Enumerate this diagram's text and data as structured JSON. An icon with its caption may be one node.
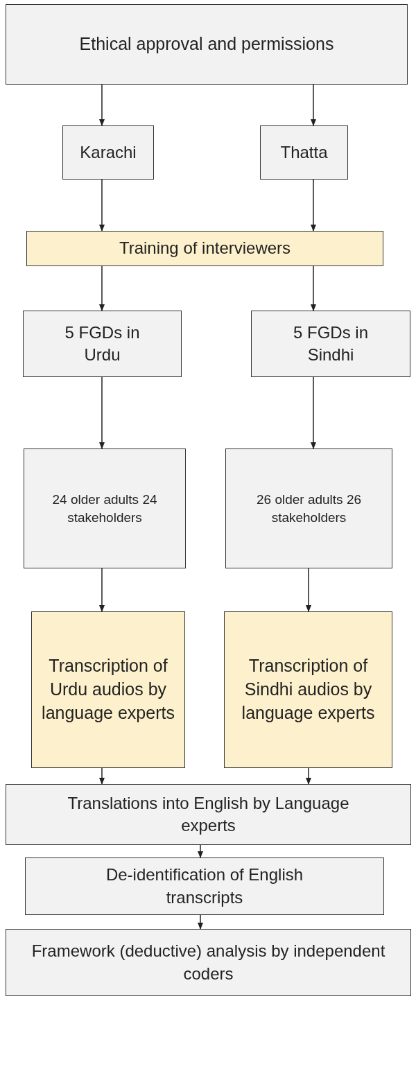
{
  "diagram": {
    "nodes": [
      {
        "text": [
          "Ethical approval and permissions"
        ]
      },
      {
        "text": [
          "Karachi"
        ]
      },
      {
        "text": [
          "Thatta"
        ]
      },
      {
        "text": [
          "Training of interviewers"
        ]
      },
      {
        "text": [
          "5 FGDs in Urdu"
        ]
      },
      {
        "text": [
          "5 FGDs in Sindhi"
        ]
      },
      {
        "text": [
          "24 older adults 24 stakeholders"
        ]
      },
      {
        "text": [
          "26 older adults 26 stakeholders"
        ]
      },
      {
        "text": [
          "Transcription of Urdu audios by language experts"
        ]
      },
      {
        "text": [
          "Transcription of Sindhi audios by language experts"
        ]
      },
      {
        "text": [
          "Translations into English by Language experts"
        ]
      },
      {
        "text": [
          "De-identification of English transcripts"
        ]
      },
      {
        "text": [
          "Framework (deductive) analysis by independent coders"
        ]
      }
    ],
    "edges": [
      {
        "from": 0,
        "to": 1,
        "arrow": "to"
      },
      {
        "from": 0,
        "to": 2,
        "arrow": "to"
      },
      {
        "from": 1,
        "to": 3,
        "arrow": "to"
      },
      {
        "from": 2,
        "to": 3,
        "arrow": "to"
      },
      {
        "from": 3,
        "to": 4,
        "arrow": "to"
      },
      {
        "from": 3,
        "to": 5,
        "arrow": "to"
      },
      {
        "from": 4,
        "to": 6,
        "arrow": "to"
      },
      {
        "from": 5,
        "to": 7,
        "arrow": "to"
      },
      {
        "from": 6,
        "to": 8,
        "arrow": "to"
      },
      {
        "from": 7,
        "to": 9,
        "arrow": "to"
      },
      {
        "from": 8,
        "to": 10,
        "arrow": "to"
      },
      {
        "from": 9,
        "to": 10,
        "arrow": "to"
      },
      {
        "from": 10,
        "to": 11,
        "arrow": "to"
      },
      {
        "from": 11,
        "to": 12,
        "arrow": "to"
      }
    ]
  }
}
